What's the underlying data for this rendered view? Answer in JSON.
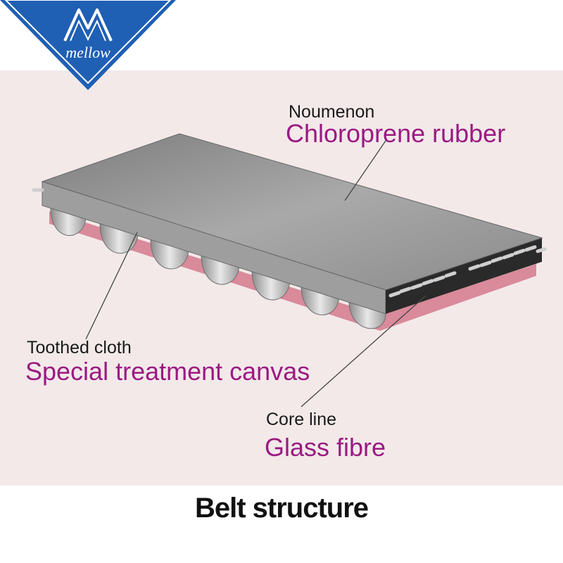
{
  "brand": {
    "logo_text": "mellow"
  },
  "labels": {
    "top": {
      "sub": "Noumenon",
      "main": "Chloroprene rubber"
    },
    "left": {
      "sub": "Toothed cloth",
      "main": "Special treatment canvas"
    },
    "bottom": {
      "sub": "Core line",
      "main": "Glass fibre"
    }
  },
  "title": "Belt structure",
  "colors": {
    "accent": "#9b1a83",
    "logo_blue": "#1f5fb4",
    "panel_bg": "#f3e9e9",
    "belt_top": "#9b9b9b",
    "canvas_pink": "#d98a9b"
  }
}
